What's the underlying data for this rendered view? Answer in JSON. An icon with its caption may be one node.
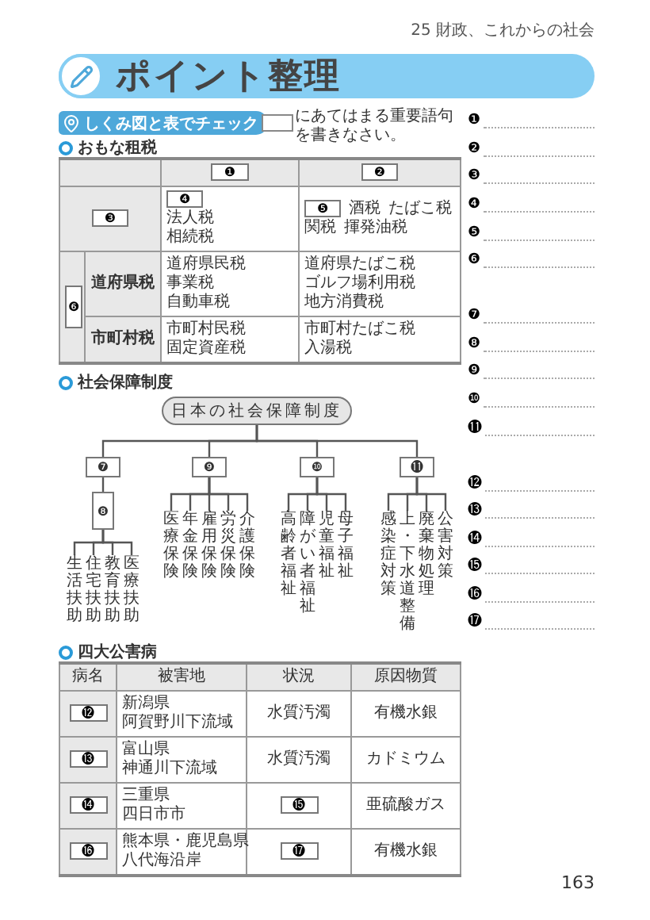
{
  "diagram": {
    "title": "ポイント整理",
    "nodes": [
      {
        "text": [
          "日本の社会保障制度"
        ]
      },
      {
        "text": [
          "❼"
        ]
      },
      {
        "text": [
          "❽"
        ]
      },
      {
        "text": [
          "生活扶助"
        ]
      },
      {
        "text": [
          "住宅扶助"
        ]
      },
      {
        "text": [
          "教育扶助"
        ]
      },
      {
        "text": [
          "医療扶助"
        ]
      },
      {
        "text": [
          "❾"
        ]
      },
      {
        "text": [
          "医療保険"
        ]
      },
      {
        "text": [
          "年金保険"
        ]
      },
      {
        "text": [
          "雇用保険"
        ]
      },
      {
        "text": [
          "労災保険"
        ]
      },
      {
        "text": [
          "介護保険"
        ]
      },
      {
        "text": [
          "❿"
        ]
      },
      {
        "text": [
          "高齢者福祉"
        ]
      },
      {
        "text": [
          "障がい者福祉"
        ]
      },
      {
        "text": [
          "児童福祉"
        ]
      },
      {
        "text": [
          "母子福祉"
        ]
      },
      {
        "text": [
          "⓫"
        ]
      },
      {
        "text": [
          "感染症対策"
        ]
      },
      {
        "text": [
          "上・下水道整備"
        ]
      },
      {
        "text": [
          "廃棄物処理"
        ]
      },
      {
        "text": [
          "公害対策"
        ]
      }
    ],
    "edges": [
      {
        "from": 0,
        "to": 1,
        "arrow": "none"
      },
      {
        "from": 0,
        "to": 7,
        "arrow": "none"
      },
      {
        "from": 0,
        "to": 13,
        "arrow": "none"
      },
      {
        "from": 0,
        "to": 18,
        "arrow": "none"
      },
      {
        "from": 1,
        "to": 2,
        "arrow": "none"
      },
      {
        "from": 2,
        "to": 3,
        "arrow": "none"
      },
      {
        "from": 2,
        "to": 4,
        "arrow": "none"
      },
      {
        "from": 2,
        "to": 5,
        "arrow": "none"
      },
      {
        "from": 2,
        "to": 6,
        "arrow": "none"
      },
      {
        "from": 7,
        "to": 8,
        "arrow": "none"
      },
      {
        "from": 7,
        "to": 9,
        "arrow": "none"
      },
      {
        "from": 7,
        "to": 10,
        "arrow": "none"
      },
      {
        "from": 7,
        "to": 11,
        "arrow": "none"
      },
      {
        "from": 7,
        "to": 12,
        "arrow": "none"
      },
      {
        "from": 13,
        "to": 14,
        "arrow": "none"
      },
      {
        "from": 13,
        "to": 15,
        "arrow": "none"
      },
      {
        "from": 13,
        "to": 16,
        "arrow": "none"
      },
      {
        "from": 13,
        "to": 17,
        "arrow": "none"
      },
      {
        "from": 18,
        "to": 19,
        "arrow": "none"
      },
      {
        "from": 18,
        "to": 20,
        "arrow": "none"
      },
      {
        "from": 18,
        "to": 21,
        "arrow": "none"
      },
      {
        "from": 18,
        "to": 22,
        "arrow": "none"
      }
    ],
    "labels": [
      "25 財政、これからの社会",
      "しくみ図と表でチェック",
      "にあてはまる重要語句を書きなさい。",
      "おもな租税",
      "❶",
      "❷",
      "❸",
      "❹",
      "法人税",
      "相続税",
      "❺",
      "酒税",
      "たばこ税",
      "関税",
      "揮発油税",
      "❻",
      "道府県税",
      "道府県民税",
      "事業税",
      "自動車税",
      "道府県たばこ税",
      "ゴルフ場利用税",
      "地方消費税",
      "市町村税",
      "市町村民税",
      "固定資産税",
      "市町村たばこ税",
      "入湯税",
      "社会保障制度",
      "四大公害病",
      "病名",
      "被害地",
      "状況",
      "原因物質",
      "⓬",
      "新潟県",
      "阿賀野川下流域",
      "水質汚濁",
      "有機水銀",
      "⓭",
      "富山県",
      "神通川下流域",
      "水質汚濁",
      "カドミウム",
      "⓮",
      "三重県",
      "四日市市",
      "⓯",
      "亜硫酸ガス",
      "⓰",
      "熊本県・鹿児島県",
      "八代海沿岸",
      "⓱",
      "有機水銀",
      "❶",
      "❷",
      "❸",
      "❹",
      "❺",
      "❻",
      "❼",
      "❽",
      "❾",
      "❿",
      "⓫",
      "⓬",
      "⓭",
      "⓮",
      "⓯",
      "⓰",
      "⓱",
      "163"
    ]
  }
}
